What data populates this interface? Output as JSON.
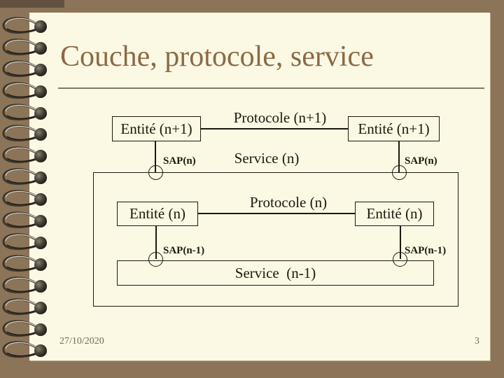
{
  "slide": {
    "title": "Couche, protocole, service",
    "footer": {
      "date": "27/10/2020",
      "page_number": "3"
    }
  },
  "diagram": {
    "upper_layer": {
      "entity_left": "Entité (n+1)",
      "protocol": "Protocole (n+1)",
      "entity_right": "Entité (n+1)",
      "sap_left": "SAP(n)",
      "service": "Service (n)",
      "sap_right": "SAP(n)"
    },
    "lower_layer": {
      "entity_left": "Entité (n)",
      "protocol": "Protocole (n)",
      "entity_right": "Entité (n)",
      "sap_left": "SAP(n-1)",
      "service": "Service  (n-1)",
      "sap_right": "SAP(n-1)"
    }
  },
  "colors": {
    "background_brown": "#8C7459",
    "cover_shadow_brown": "#63503E",
    "page_cream": "#FBF9E4",
    "title_brown": "#8C6A45",
    "divider_gray": "#83785F",
    "diagram_ink": "#1D180E",
    "footer_text": "#6F6D58"
  }
}
